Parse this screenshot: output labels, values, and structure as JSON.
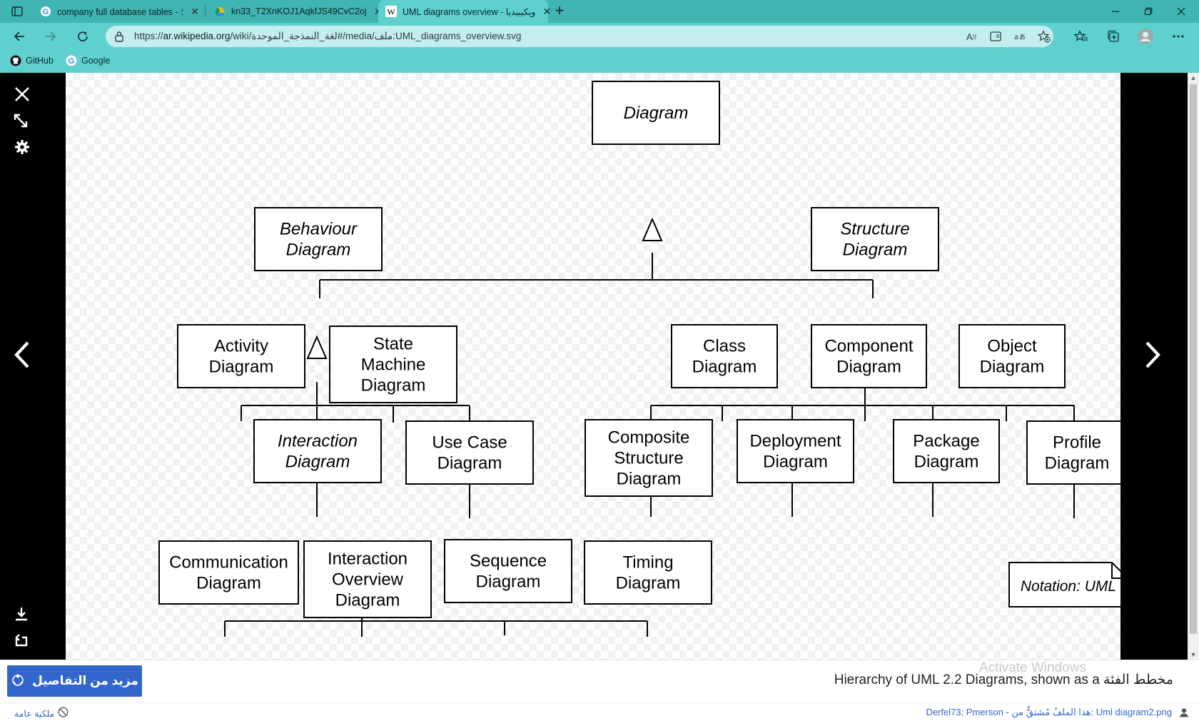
{
  "browser": {
    "tabs": [
      {
        "title": "company full database tables - ؛",
        "favicon": "google-icon",
        "active": false
      },
      {
        "title": "kn33_T2XnKOJ1AqkfJS49CvC2oj",
        "favicon": "drive-icon",
        "active": false
      },
      {
        "title": "UML diagrams overview - ويكيبيديا",
        "favicon": "wikipedia-icon",
        "active": true
      }
    ],
    "address": {
      "prefix": "https://",
      "host": "ar.wikipedia.org",
      "path": "/wiki/لغة_النمذجة_الموحدة#/media/ملف:UML_diagrams_overview.svg"
    },
    "favorites": [
      {
        "label": "GitHub",
        "icon": "github-icon"
      },
      {
        "label": "Google",
        "icon": "google-icon"
      }
    ],
    "accent": "#5ed1cf"
  },
  "diagram": {
    "boxes": {
      "root": [
        "Diagram"
      ],
      "behaviour": [
        "Behaviour",
        "Diagram"
      ],
      "structure": [
        "Structure",
        "Diagram"
      ],
      "activity": [
        "Activity",
        "Diagram"
      ],
      "state_machine": [
        "State",
        "Machine",
        "Diagram"
      ],
      "interaction": [
        "Interaction",
        "Diagram"
      ],
      "use_case": [
        "Use Case",
        "Diagram"
      ],
      "class": [
        "Class",
        "Diagram"
      ],
      "component": [
        "Component",
        "Diagram"
      ],
      "object": [
        "Object",
        "Diagram"
      ],
      "composite_structure": [
        "Composite",
        "Structure",
        "Diagram"
      ],
      "deployment": [
        "Deployment",
        "Diagram"
      ],
      "package": [
        "Package",
        "Diagram"
      ],
      "profile": [
        "Profile",
        "Diagram"
      ],
      "communication": [
        "Communication",
        "Diagram"
      ],
      "interaction_overview": [
        "Interaction",
        "Overview",
        "Diagram"
      ],
      "sequence": [
        "Sequence",
        "Diagram"
      ],
      "timing": [
        "Timing",
        "Diagram"
      ]
    },
    "note": "Notation: UML"
  },
  "viewer": {
    "more_details": "مزيد من التفاصيل",
    "caption": "Hierarchy of UML 2.2 Diagrams, shown as a مخطط الفئة",
    "license": "ملكية عامة",
    "attribution": "Derfel73; Pmerson - هذا الملفُ مُشتقٌّ من: Uml diagram2.png",
    "watermark": "Activate Windows"
  }
}
